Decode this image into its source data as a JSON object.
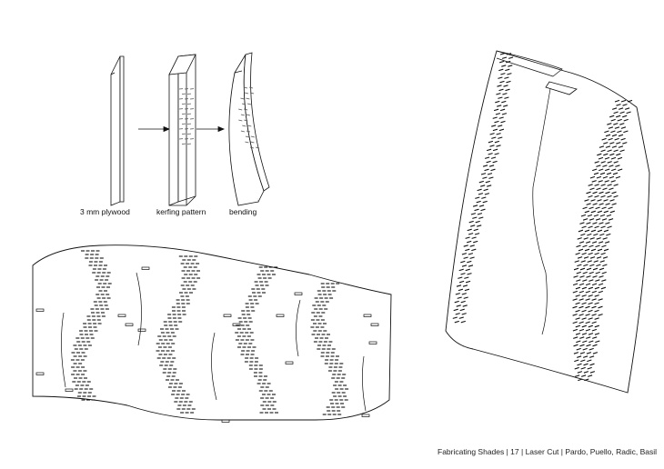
{
  "labels": {
    "plywood": "3 mm plywood",
    "kerfing": "kerfing pattern",
    "bending": "bending"
  },
  "footer": "Fabricating Shades | 17 | Laser Cut | Pardo, Puello, Radic, Basil",
  "colors": {
    "line": "#111111",
    "background": "#ffffff"
  }
}
